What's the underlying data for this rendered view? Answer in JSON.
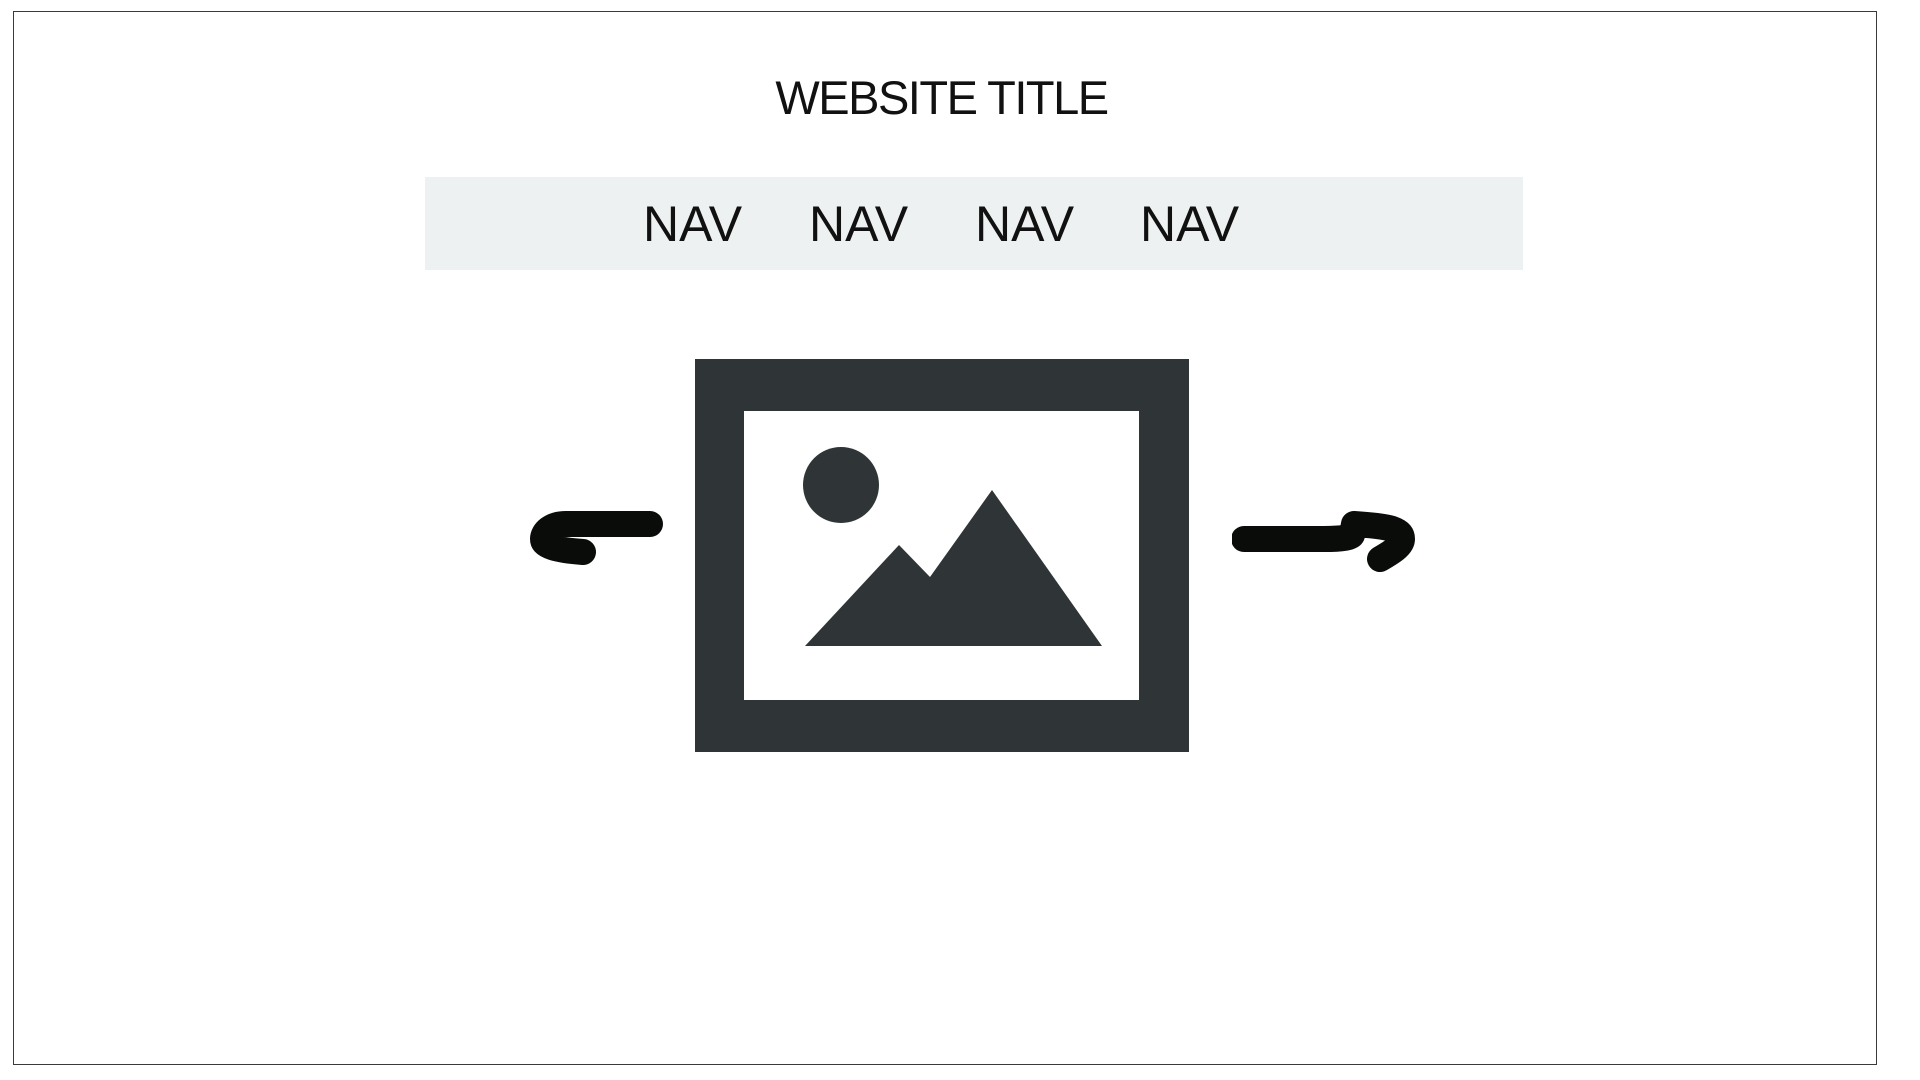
{
  "site": {
    "title": "WEBSITE TITLE"
  },
  "nav": {
    "items": [
      {
        "label": "NAV"
      },
      {
        "label": "NAV"
      },
      {
        "label": "NAV"
      },
      {
        "label": "NAV"
      }
    ]
  },
  "carousel": {
    "image_icon": "image-placeholder-icon",
    "prev_icon": "arrow-left-icon",
    "next_icon": "arrow-right-icon"
  },
  "colors": {
    "nav_background": "#eef1f1",
    "image_icon": "#2f3536",
    "arrows": "#0a0c0a",
    "text": "#111111",
    "frame_border": "#3a3a3a"
  }
}
